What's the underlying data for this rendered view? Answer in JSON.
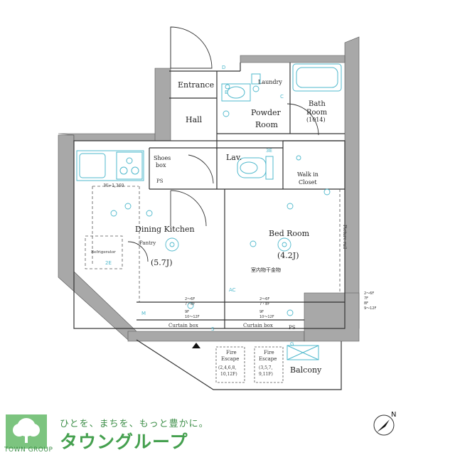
{
  "rooms": {
    "entrance": "Entrance",
    "hall": "Hall",
    "laundry": "Laundry",
    "powder_room_1": "Powder",
    "powder_room_2": "Room",
    "bath_room_1": "Bath",
    "bath_room_2": "Room",
    "bath_size": "(1014)",
    "shoes_box_1": "Shoes",
    "shoes_box_2": "box",
    "lav": "Lav.",
    "walk_in_1": "Walk in",
    "walk_in_2": "Closet",
    "dining_kitchen": "Dining Kitchen",
    "dining_size": "(5.7J)",
    "bed_room": "Bed Room",
    "bed_size": "(4.2J)",
    "indoor_drying": "室内物干金物",
    "balcony": "Balcony",
    "pantry": "Pantry",
    "refrigerator": "Refrigerator",
    "picture_rail": "Picture rail",
    "ps": "PS",
    "ps2": "PS",
    "kitchen_width": "W=1,360",
    "curtain_box_1": "Curtain box",
    "curtain_box_2": "Curtain box",
    "fire_escape_1a": "Fire",
    "fire_escape_1b": "Escape",
    "fire_escape_1c": "(2,4,6,8,",
    "fire_escape_1d": "10,12F)",
    "fire_escape_2a": "Fire",
    "fire_escape_2b": "Escape",
    "fire_escape_2c": "(3,5,7,",
    "fire_escape_2d": "9,11F)"
  },
  "floor_notes": {
    "dk": [
      "2～6F",
      "7・8F",
      "9F",
      "10～12F"
    ],
    "br": [
      "2～6F",
      "7・8F",
      "9F",
      "10～12F"
    ],
    "right": [
      "2～6F",
      "7F",
      "8F",
      "9～12F"
    ]
  },
  "markers": {
    "c_label": "C",
    "d_label": "D",
    "e_label": "E",
    "ac_label": "AC",
    "m_label": "M",
    "s_label": "S",
    "g_label": "G",
    "e2_label": "2E",
    "e3_label": "3E"
  },
  "brand": {
    "tagline": "ひとを、まちを、もっと豊かに。",
    "name": "タウングループ",
    "logo_caption": "TOWN GROUP"
  },
  "colors": {
    "wall": "#a8a8a8",
    "fixture": "#4fb8cc",
    "brand_green": "#45a04f"
  }
}
